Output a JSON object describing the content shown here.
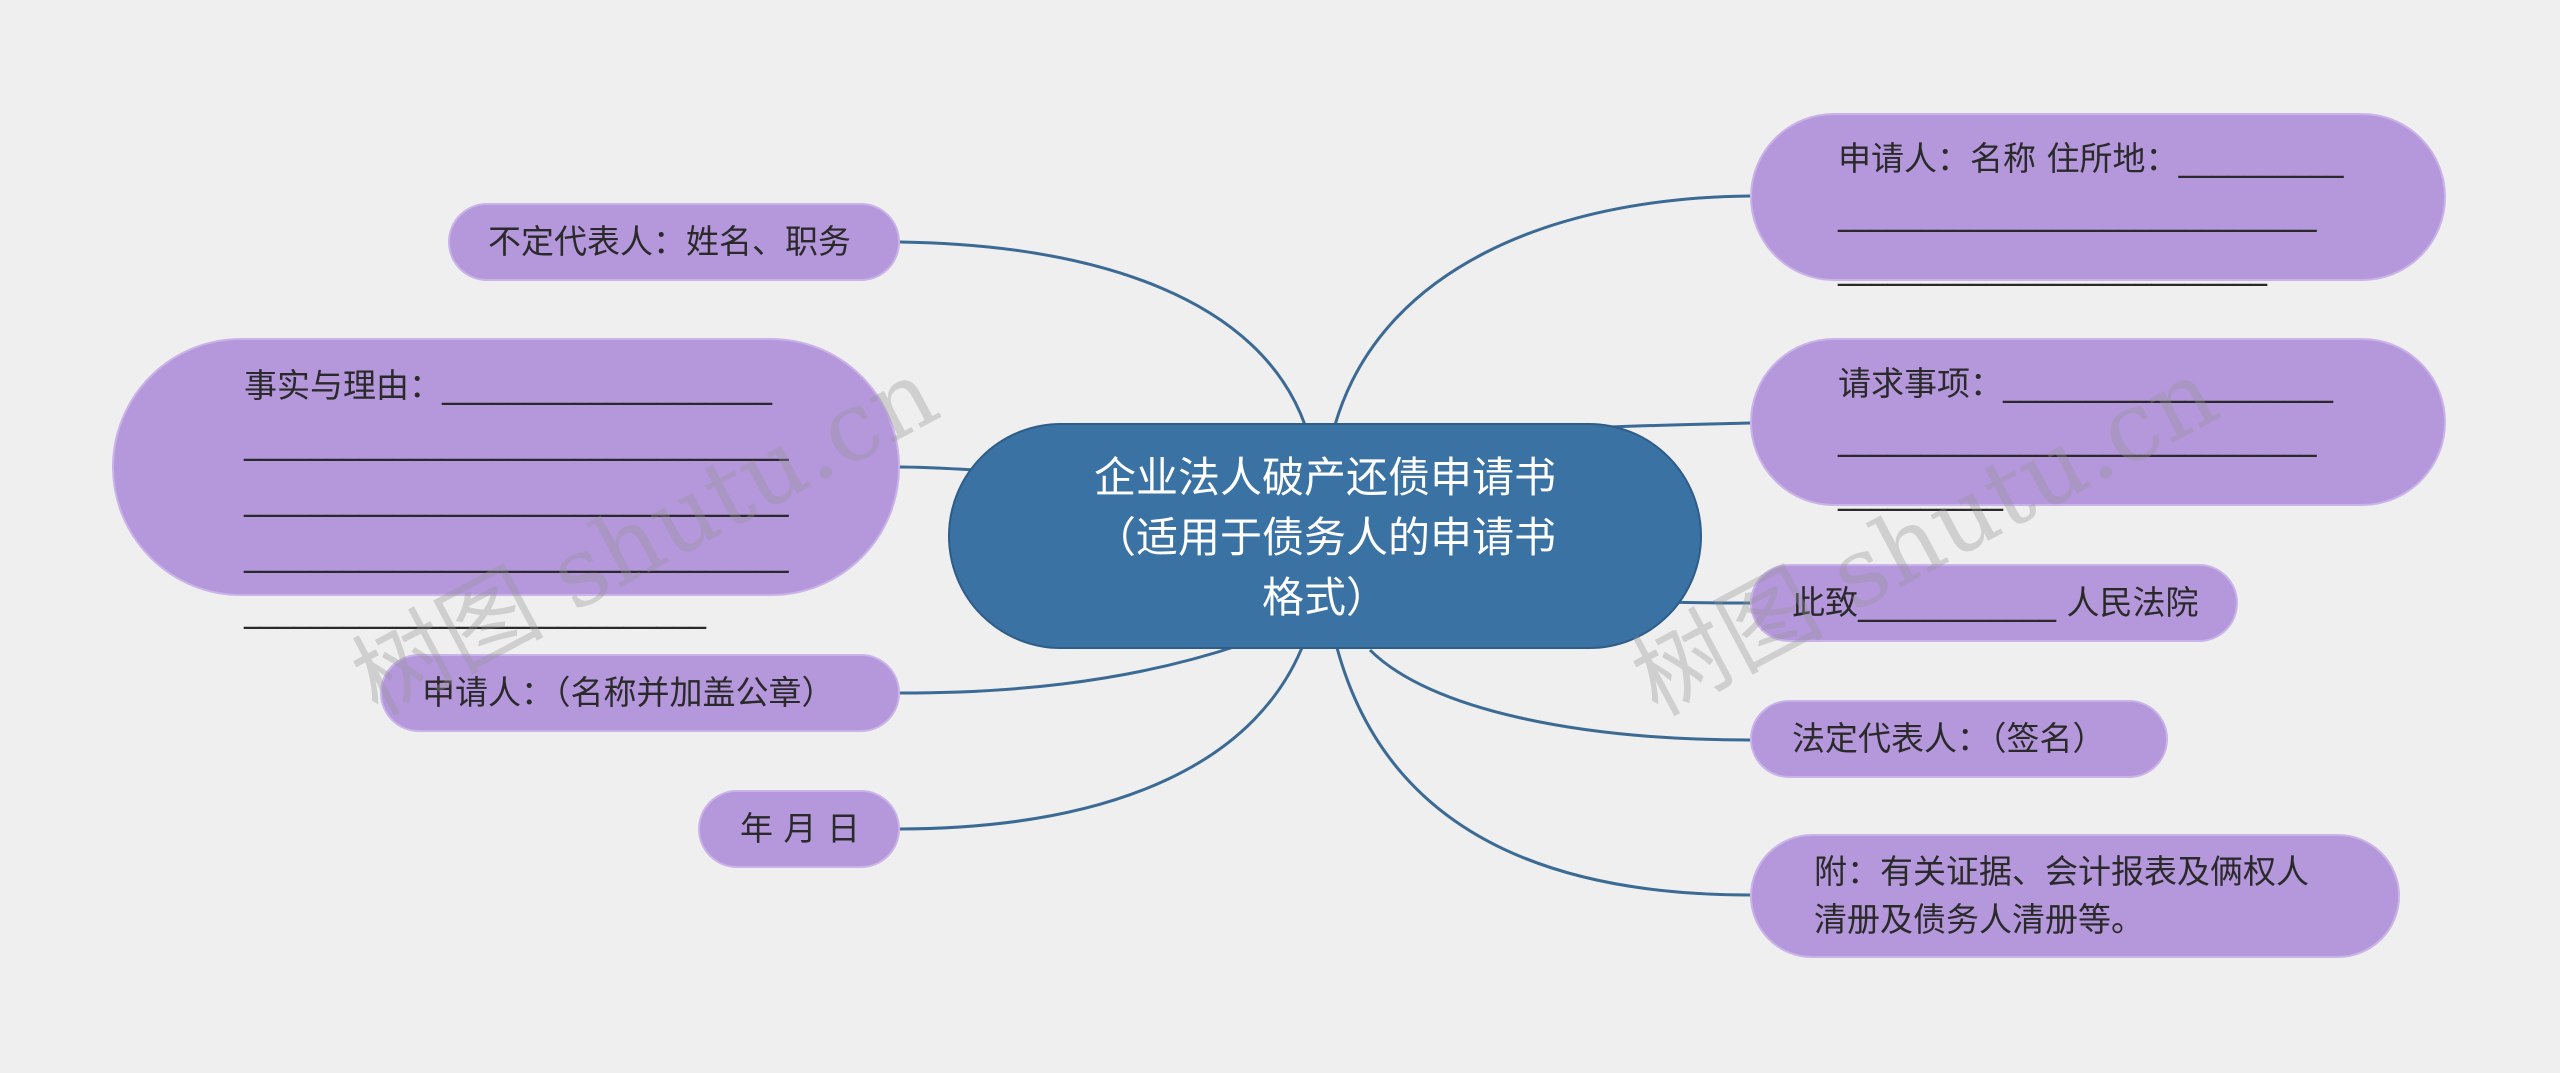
{
  "colors": {
    "background": "#efefef",
    "central_node": "#3b72a4",
    "branch_node": "#b597dc",
    "connector": "#3b6a94"
  },
  "central": {
    "text": "企业法人破产还债申请书\n（适用于债务人的申请书\n格式）"
  },
  "left_branches": [
    {
      "text": "不定代表人：姓名、职务"
    },
    {
      "text": "事实与理由：____________________\n_________________________________\n_________________________________\n_________________________________\n____________________________"
    },
    {
      "text": "申请人：（名称并加盖公章）"
    },
    {
      "text": "年 月 日"
    }
  ],
  "right_branches": [
    {
      "text": "申请人：名称 住所地：__________\n_____________________________\n__________________________"
    },
    {
      "text": "请求事项：____________________\n_____________________________\n__________"
    },
    {
      "text": "此致____________ 人民法院"
    },
    {
      "text": "法定代表人：（签名）"
    },
    {
      "text": "附：有关证据、会计报表及俩权人\n清册及债务人清册等。"
    }
  ],
  "watermarks": [
    "树图 shutu.cn",
    "树图 shutu.cn"
  ]
}
